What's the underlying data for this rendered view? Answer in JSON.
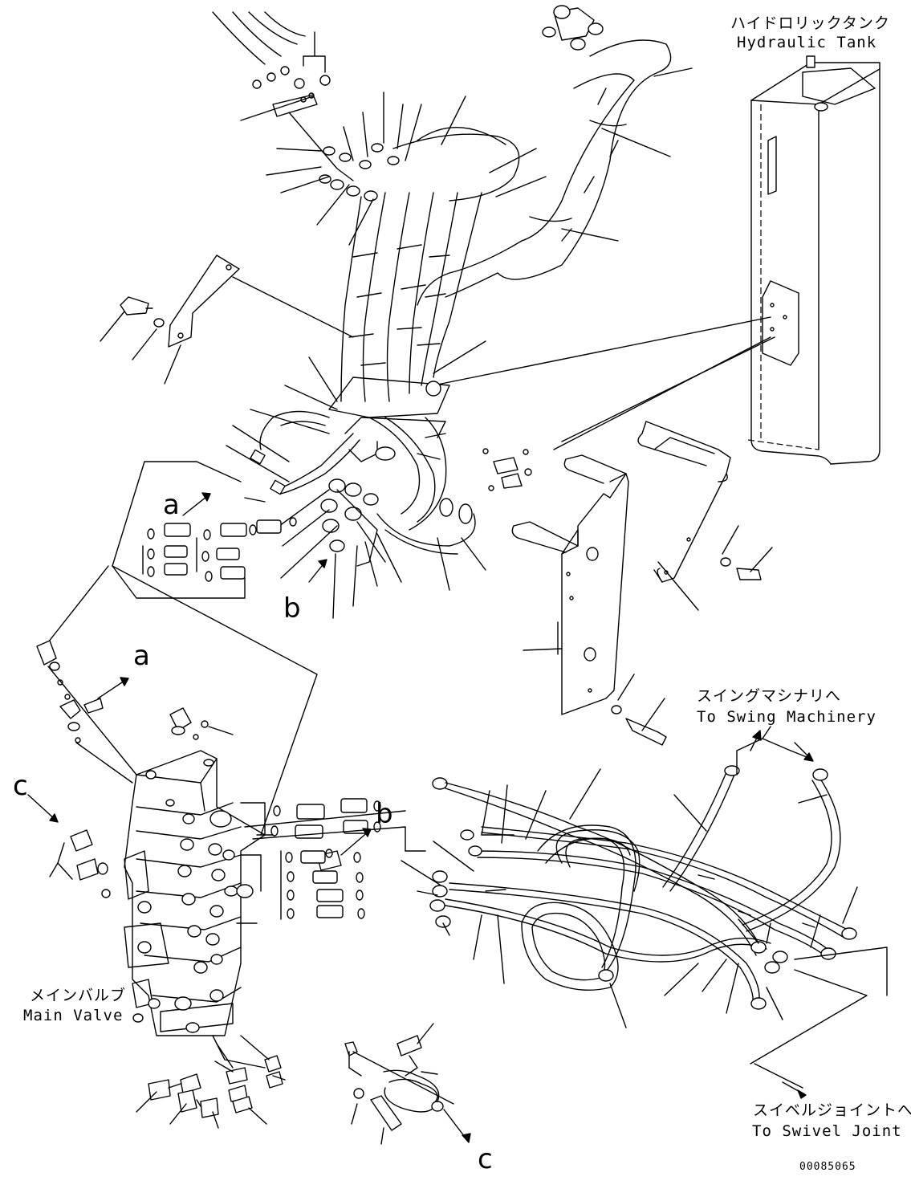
{
  "labels": {
    "hydraulic_tank_jp": "ハイドロリックタンク",
    "hydraulic_tank_en": "Hydraulic Tank",
    "swing_machinery_jp": "スイングマシナリへ",
    "swing_machinery_en": "To Swing Machinery",
    "main_valve_jp": "メインバルブ",
    "main_valve_en": "Main Valve",
    "swivel_joint_jp": "スイベルジョイントへ",
    "swivel_joint_en": "To Swivel Joint",
    "drawing_number": "00085065"
  },
  "callouts": {
    "a_upper": "a",
    "a_lower": "a",
    "b_upper": "b",
    "b_lower": "b",
    "c_left": "c",
    "c_bottom": "c"
  }
}
